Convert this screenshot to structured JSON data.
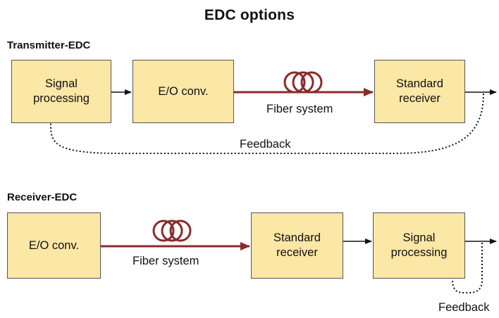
{
  "title": "EDC options",
  "colors": {
    "box_fill": "#fbe7a6",
    "fiber": "#8b2b2b",
    "arrow": "#111111"
  },
  "transmitter": {
    "heading": "Transmitter-EDC",
    "signal_processing": [
      "Signal",
      "processing"
    ],
    "eo_conv": "E/O conv.",
    "fiber_label": "Fiber system",
    "standard_receiver": [
      "Standard",
      "receiver"
    ],
    "feedback": "Feedback"
  },
  "receiver": {
    "heading": "Receiver-EDC",
    "eo_conv": "E/O conv.",
    "fiber_label": "Fiber system",
    "standard_receiver": [
      "Standard",
      "receiver"
    ],
    "signal_processing": [
      "Signal",
      "processing"
    ],
    "feedback": "Feedback"
  }
}
